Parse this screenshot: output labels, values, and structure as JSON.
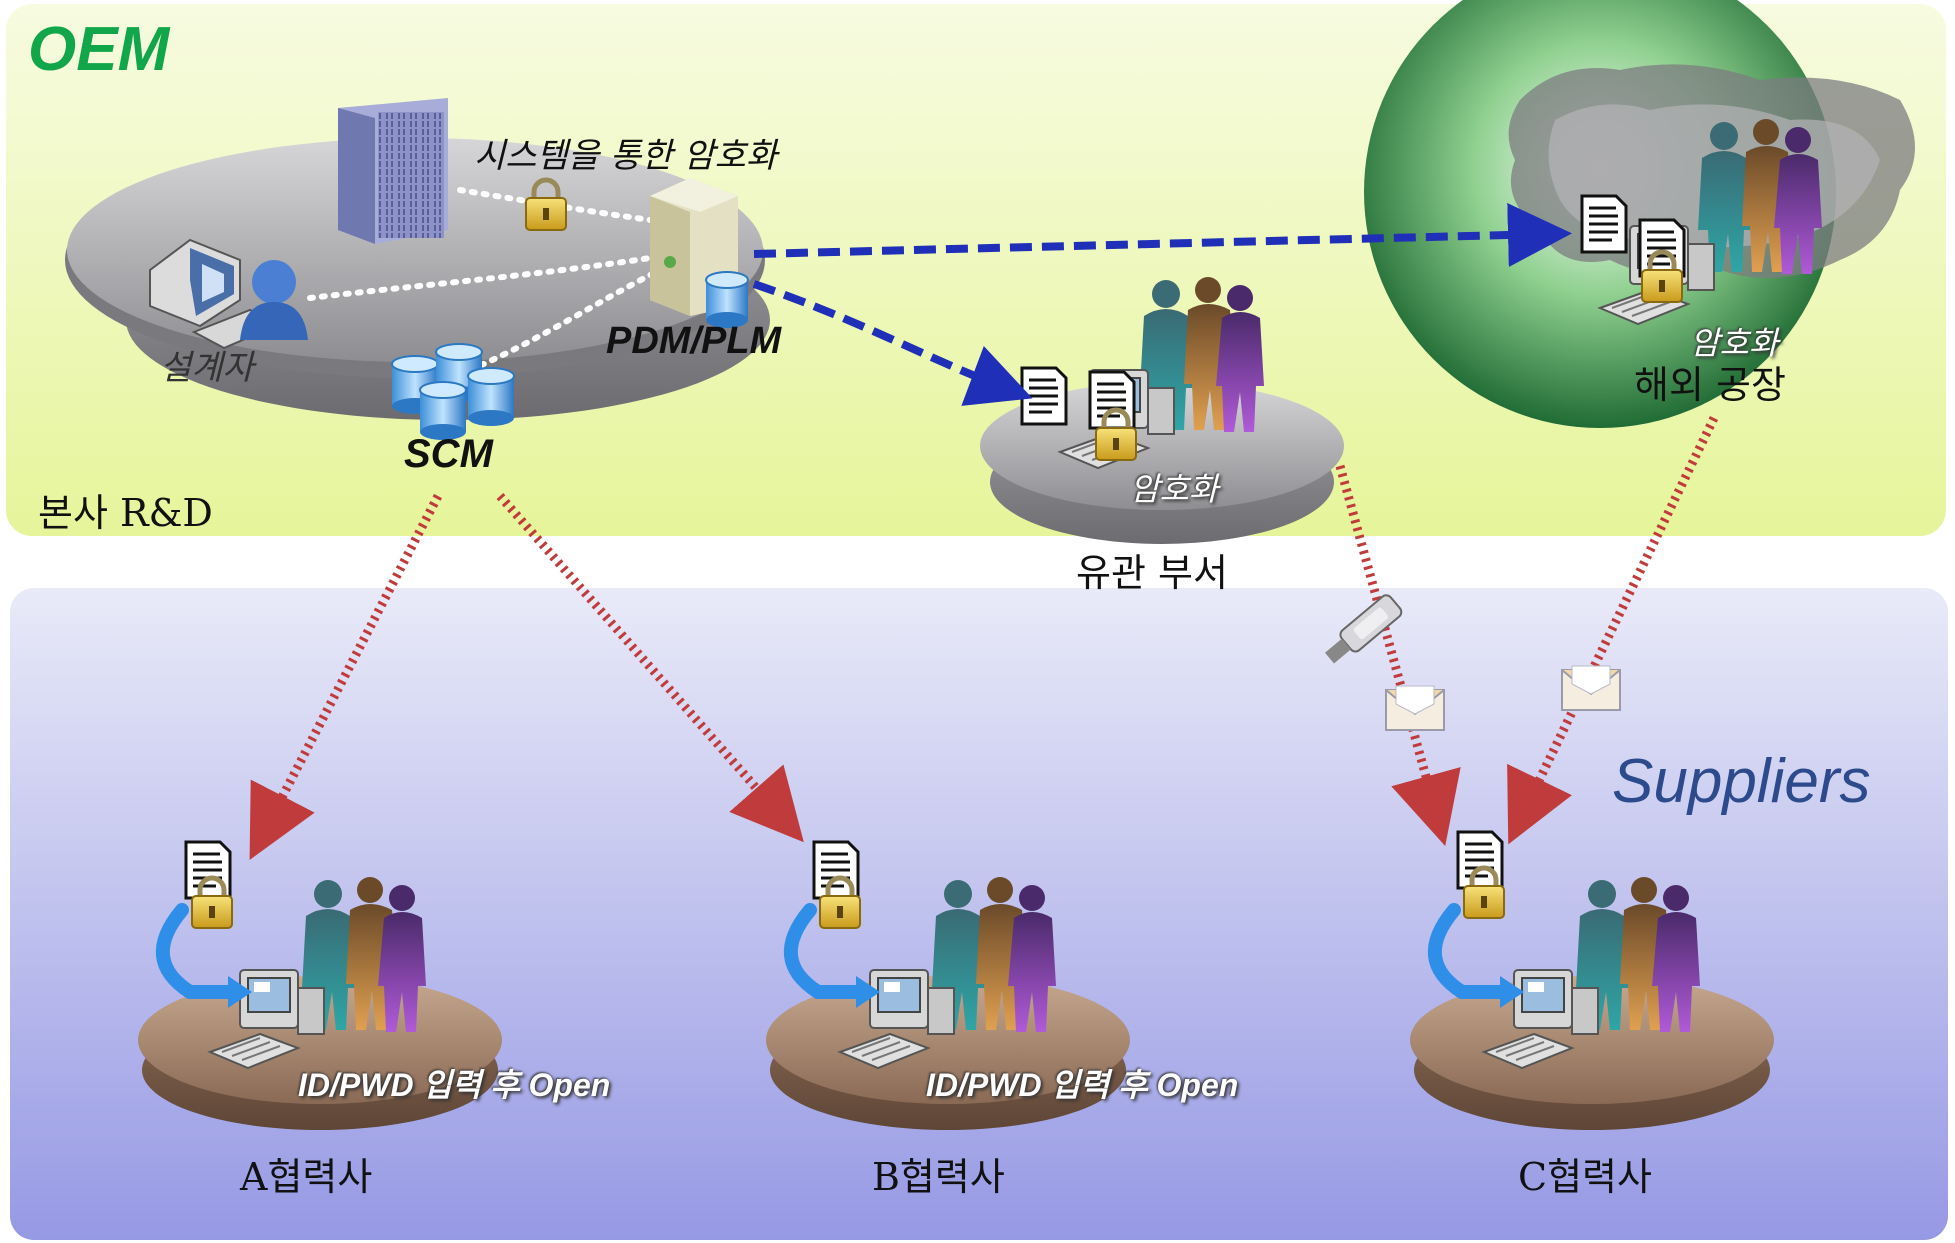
{
  "regions": {
    "oem": {
      "title": "OEM"
    },
    "suppliers": {
      "title": "Suppliers"
    }
  },
  "headquarters": {
    "label": "본사 R&D",
    "designer_label": "설계자",
    "system_encryption_label": "시스템을 통한 암호화",
    "pdm_label": "PDM/PLM",
    "scm_label": "SCM"
  },
  "related_dept": {
    "label": "유관 부서",
    "encryption_label": "암호화"
  },
  "overseas_factory": {
    "label": "해외 공장",
    "encryption_label": "암호화"
  },
  "suppliers": [
    {
      "label": "A협력사",
      "caption": "ID/PWD 입력 후 Open"
    },
    {
      "label": "B협력사",
      "caption": "ID/PWD 입력 후 Open"
    },
    {
      "label": "C협력사",
      "caption": ""
    }
  ],
  "colors": {
    "oem_bg_top": "#f4f9d6",
    "oem_bg_bottom": "#e9f7a0",
    "oem_title": "#12a64a",
    "suppliers_bg_top": "#e4e6f7",
    "suppliers_bg_bottom": "#9c9fe6",
    "suppliers_title": "#2c4a8c",
    "blue_arrow": "#1f2fb8",
    "red_arrow": "#c03b3b",
    "globe": "#1e7a3a",
    "platform_gray": "#a5a5a8",
    "platform_brown": "#9a7a63"
  },
  "icons": [
    "server-tower-icon",
    "workstation-icon",
    "user-icon",
    "padlock-icon",
    "database-icon",
    "document-lock-icon",
    "people-group-icon",
    "usb-drive-icon",
    "envelope-icon",
    "computer-icon",
    "refresh-arrow-icon",
    "globe-icon"
  ]
}
